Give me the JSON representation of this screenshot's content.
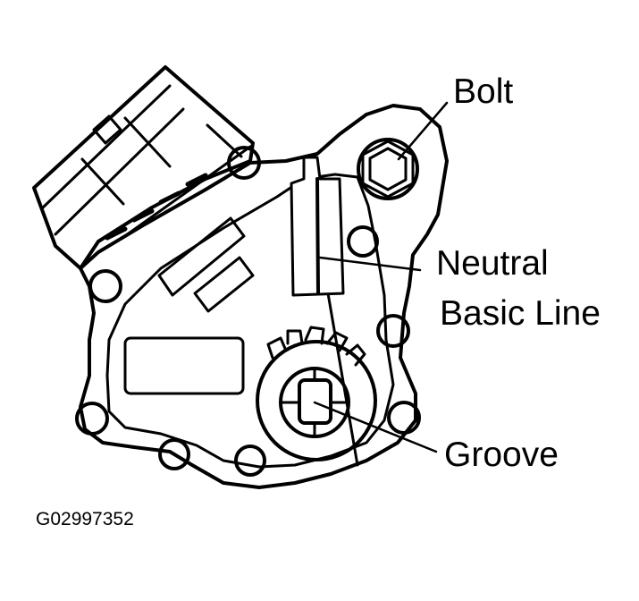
{
  "labels": {
    "bolt": "Bolt",
    "neutral_line_1": "Neutral",
    "neutral_line_2": "Basic Line",
    "groove": "Groove"
  },
  "figure_id": "G02997352",
  "colors": {
    "ink": "#000000",
    "paper": "#ffffff"
  }
}
